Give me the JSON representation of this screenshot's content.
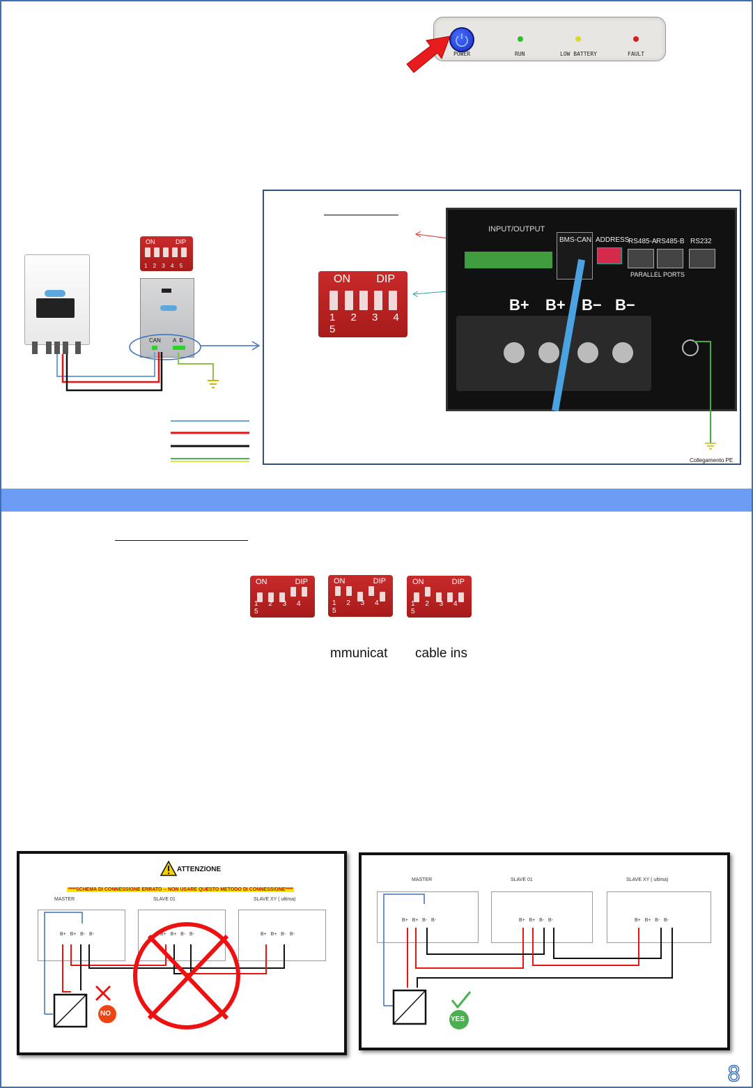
{
  "panel": {
    "leds": [
      {
        "label": "POWER",
        "color": "#1a3fd6"
      },
      {
        "label": "RUN",
        "color": "#2fbf2f"
      },
      {
        "label": "LOW BATTERY",
        "color": "#d8d82a"
      },
      {
        "label": "FAULT",
        "color": "#d42020"
      }
    ]
  },
  "inverter_diagram": {
    "dip": {
      "on": "ON",
      "dip": "DIP",
      "numbers": "1 2 3 4 5"
    },
    "battery_ports": {
      "can": "CAN",
      "ab": "A  B"
    }
  },
  "detail_box": {
    "photo_labels": {
      "io": "INPUT/OUTPUT",
      "bms": "BMS-CAN",
      "address": "ADDRESS",
      "rs485a": "RS485-A",
      "rs485b": "RS485-B",
      "rs232": "RS232",
      "parallel": "PARALLEL PORTS",
      "bplus1": "B+",
      "bplus2": "B+",
      "bminus1": "B−",
      "bminus2": "B−"
    },
    "dip": {
      "on": "ON",
      "dip": "DIP",
      "numbers": "1 2 3 4 5"
    },
    "pe_label": "Collegamento PE"
  },
  "dip_row": [
    {
      "on": "ON",
      "dip": "DIP",
      "numbers": "1 2 3 4 5"
    },
    {
      "on": "ON",
      "dip": "DIP",
      "numbers": "1 2 3 4 5"
    },
    {
      "on": "ON",
      "dip": "DIP",
      "numbers": "1 2 3 4 5"
    }
  ],
  "fragments": {
    "left": "mmunicat",
    "right": "cable ins"
  },
  "wrong_diagram": {
    "title": "ATTENZIONE",
    "warning": "****SCHEMA DI CONNESSIONE ERRATO -- NON USARE QUESTO METODO DI CONNESSIONE****",
    "master": "MASTER",
    "slave1": "SLAVE 01",
    "slave_last": "SLAVE  XY ( ultima)",
    "terms": "B+   B+   B-   B-",
    "badge": "NO"
  },
  "right_diagram": {
    "master": "MASTER",
    "slave1": "SLAVE  01",
    "slave_last": "SLAVE  XY ( ultima)",
    "terms": "B+   B+   B-   B-",
    "badge": "YES"
  },
  "page_number": "8"
}
